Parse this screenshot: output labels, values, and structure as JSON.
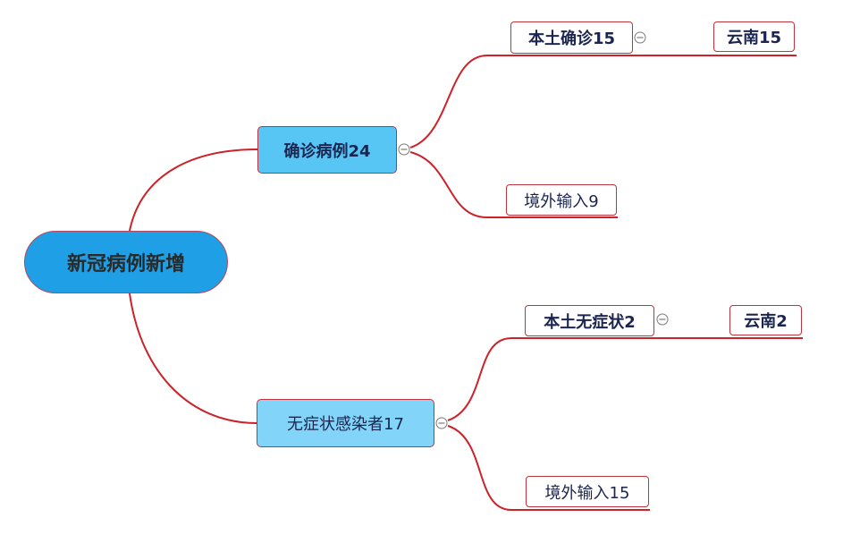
{
  "root": {
    "label": "新冠病例新增"
  },
  "branches": [
    {
      "label": "确诊病例24",
      "children": [
        {
          "label": "本土确诊15",
          "children": [
            {
              "label": "云南15"
            }
          ]
        },
        {
          "label": "境外输入9"
        }
      ]
    },
    {
      "label": "无症状感染者17",
      "children": [
        {
          "label": "本土无症状2",
          "children": [
            {
              "label": "云南2"
            }
          ]
        },
        {
          "label": "境外输入15"
        }
      ]
    }
  ],
  "colors": {
    "connector": "#cc2229",
    "root_fill": "#1e9fe6",
    "branch_1_fill": "#58c6f5",
    "branch_2_fill": "#82d5f9",
    "node_border": "#c0323c",
    "text": "#1b2550"
  },
  "icons": {
    "collapse": "collapse-minus-icon"
  }
}
